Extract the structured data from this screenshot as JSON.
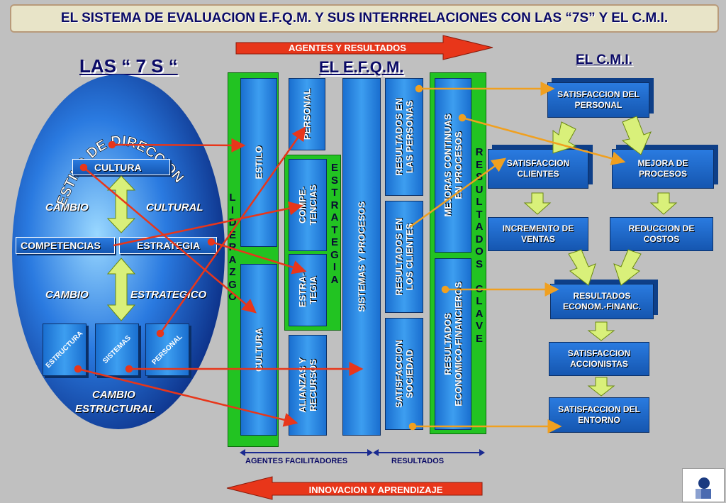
{
  "title": "EL SISTEMA DE EVALUACION E.F.Q.M. Y SUS INTERRRELACIONES CON LAS “7S” Y EL C.M.I.",
  "left_section": {
    "title": "LAS “ 7  S “",
    "arc_title": "ESTILO DE DIRECCION",
    "cultura": "CULTURA",
    "cambio_cultural_1": "CAMBIO",
    "cambio_cultural_2": "CULTURAL",
    "competencias": "COMPETENCIAS",
    "estrategia": "ESTRATEGIA",
    "cambio_estrategico_1": "CAMBIO",
    "cambio_estrategico_2": "ESTRATEGICO",
    "estructura": "ESTRUCTURA",
    "sistemas": "SISTEMAS",
    "personal": "PERSONAL",
    "cambio_estructural_1": "CAMBIO",
    "cambio_estructural_2": "ESTRUCTURAL"
  },
  "efqm": {
    "title": "EL E.F.Q.M.",
    "top_arrow": "AGENTES Y RESULTADOS",
    "liderazgo_letters": [
      "L",
      "I",
      "D",
      "E",
      "R",
      "A",
      "Z",
      "G",
      "O"
    ],
    "estilo": "ESTILO",
    "cultura": "CULTURA",
    "personal": "PERSONAL",
    "estrategia_letters": [
      "E",
      "S",
      "T",
      "R",
      "A",
      "T",
      "E",
      "G",
      "I",
      "A"
    ],
    "competencias": "COMPE-\nTENCIAS",
    "estrategia_box": "ESTRA-\nTEGIA",
    "alianzas": "ALIANZAS Y\nRECURSOS",
    "sistemas": "SISTEMAS Y PROCESOS",
    "res_personas": "RESULTADOS EN\nLAS PERSONAS",
    "res_clientes": "RESULTADOS EN\nLOS CLIENTES",
    "satisf_sociedad": "SATISFACCION\nSOCIEDAD",
    "mejoras": "MEJORAS CONTINUAS\nEN PROCESOS",
    "res_econ": "RESULTADOS\nECONOMICO-FINANCIEROS",
    "res_clave_letters": [
      "R",
      "E",
      "S",
      "U",
      "L",
      "T",
      "A",
      "D",
      "O",
      "S",
      "",
      "C",
      "L",
      "A",
      "V",
      "E"
    ],
    "bottom_agentes": "AGENTES FACILITADORES",
    "bottom_resultados": "RESULTADOS",
    "innovacion_arrow": "INNOVACION Y APRENDIZAJE"
  },
  "cmi": {
    "title": "EL C.M.I.",
    "satisf_personal": "SATISFACCION DEL\nPERSONAL",
    "satisf_clientes": "SATISFACCION\nCLIENTES",
    "mejora_procesos": "MEJORA DE\nPROCESOS",
    "incremento_ventas": "INCREMENTO DE\nVENTAS",
    "reduccion_costos": "REDUCCION DE\nCOSTOS",
    "resultados_econ": "RESULTADOS\nECONOM.-FINANC.",
    "satisf_accionistas": "SATISFACCION\nACCIONISTAS",
    "satisf_entorno": "SATISFACCION DEL\nENTORNO"
  },
  "colors": {
    "red_arrow": "#e8361a",
    "orange_arrow": "#f0a020",
    "green": "#22c322",
    "blue": "#1a6fd0",
    "title_text": "#0a0a66"
  }
}
